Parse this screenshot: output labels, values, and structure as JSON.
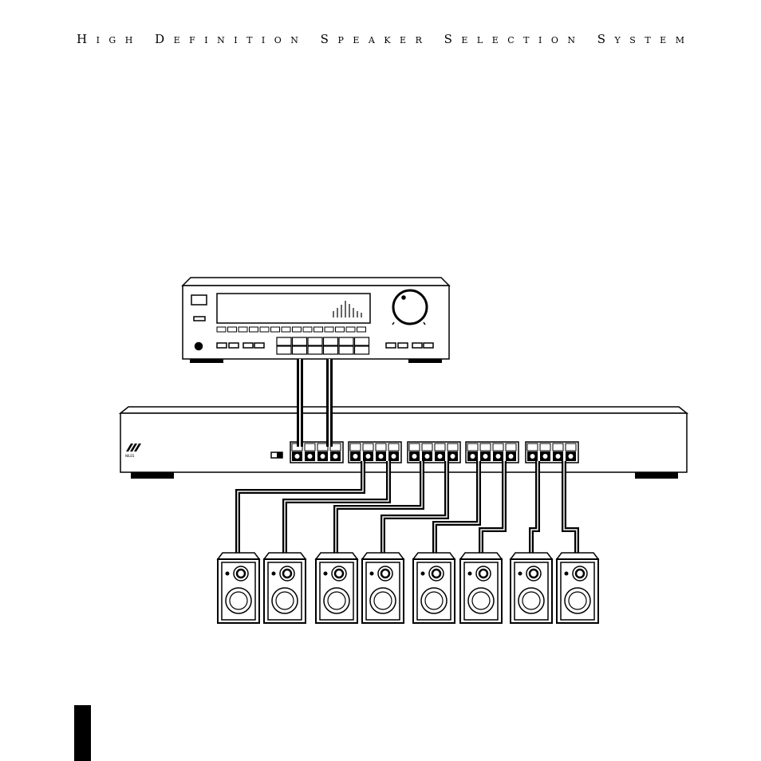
{
  "header": {
    "title": "High Definition Speaker Selection System"
  },
  "selector": {
    "logo_text": "NILES"
  },
  "diagram": {
    "components": [
      {
        "id": "receiver",
        "name": "stereo receiver"
      },
      {
        "id": "selector",
        "name": "speaker selector"
      },
      {
        "id": "speakers",
        "name": "speakers",
        "count": 8
      }
    ],
    "colors": {
      "ink": "#000000",
      "paper": "#ffffff"
    },
    "icons": [
      "volume-knob-icon",
      "power-button-icon",
      "level-meter-icon",
      "niles-logo-icon"
    ]
  }
}
